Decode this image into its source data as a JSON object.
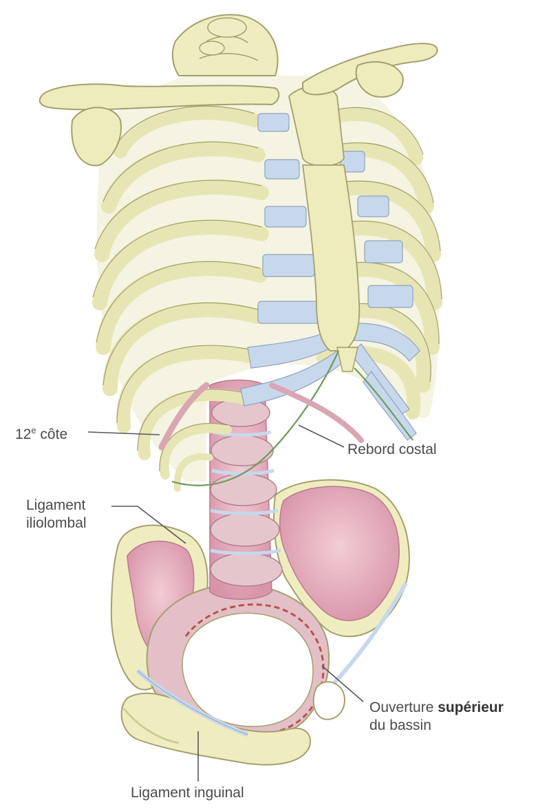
{
  "labels": {
    "rib12_prefix": "12",
    "rib12_sup": "e",
    "rib12_suffix": " côte",
    "rebord": "Rebord costal",
    "ligament_iliolombal_l1": "Ligament",
    "ligament_iliolombal_l2": "iliolombal",
    "ouverture_plain": "Ouverture ",
    "ouverture_bold": "supérieur",
    "ouverture_l2": "du bassin",
    "ligament_inguinal": "Ligament inguinal"
  },
  "colors": {
    "bone": "#efedc0",
    "bone_shadow": "#cfcb93",
    "bone_outline": "#a39f6c",
    "cartilage": "#c8d8ec",
    "cartilage_outline": "#8fa2bd",
    "pelvis_inner": "#e8b7c4",
    "pelvis_inner_dark": "#d894a8",
    "costal_margin": "#6a9a5a",
    "pelvic_brim": "#b8534a"
  }
}
